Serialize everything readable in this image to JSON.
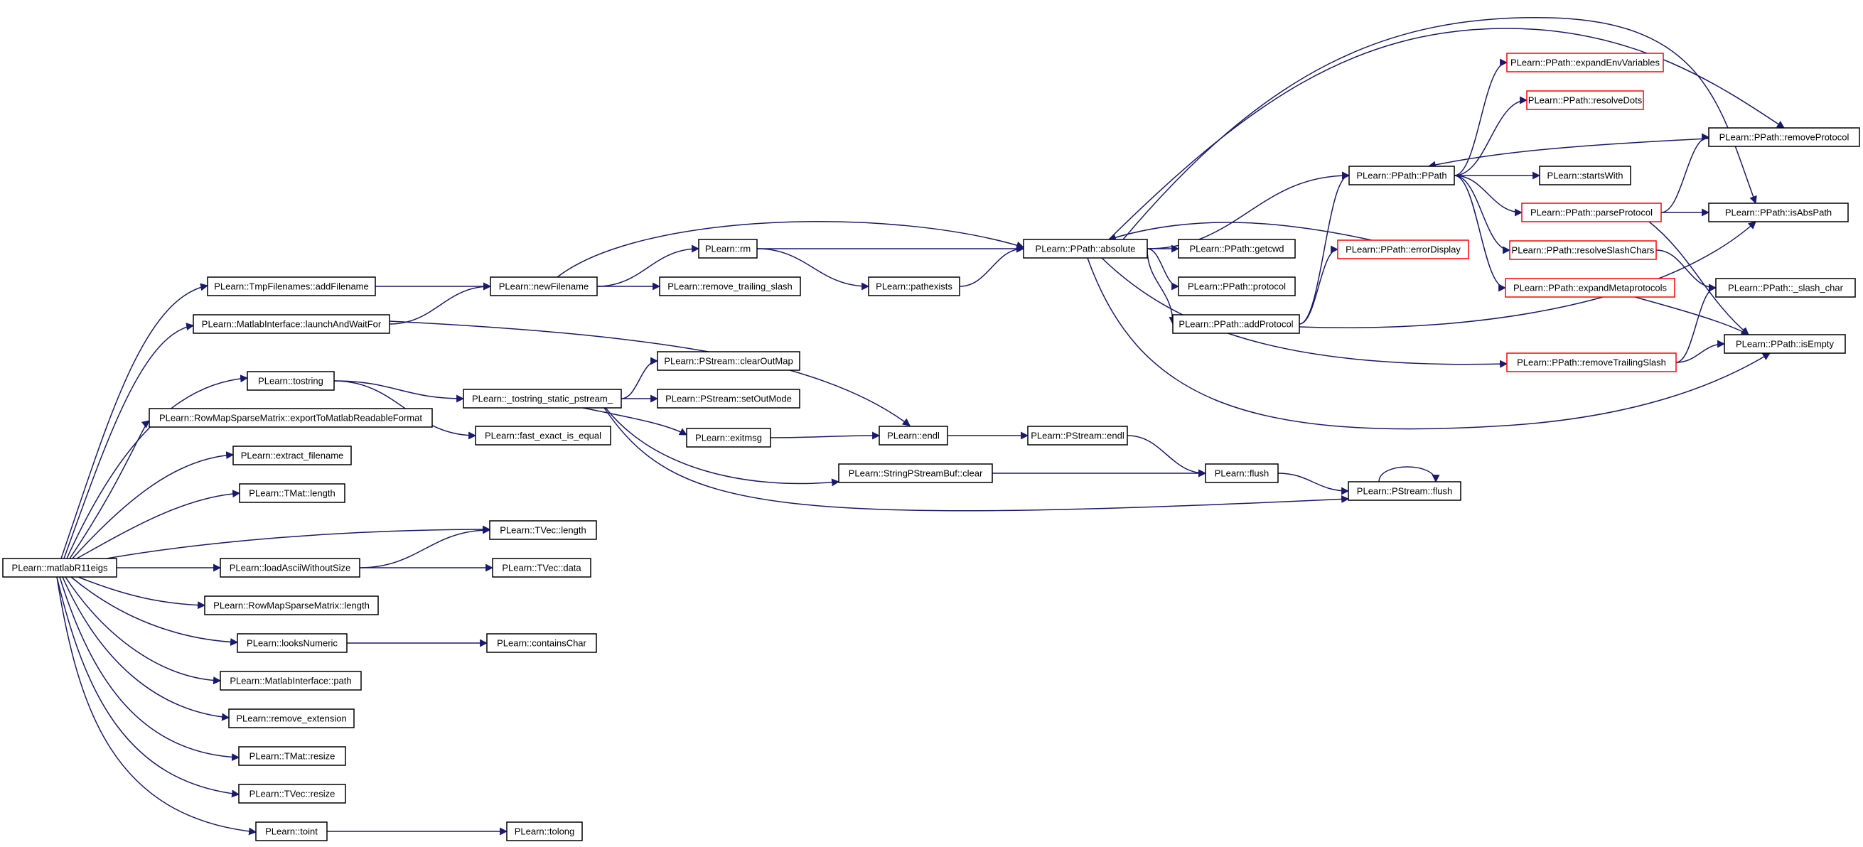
{
  "colors": {
    "edge": "#191970",
    "node_border": "#000000",
    "truncated_border": "#ff0000",
    "root_fill": "#bfbfbf",
    "node_fill": "#ffffff",
    "text": "#000000"
  },
  "nodes": {
    "root": {
      "label": "PLearn::matlabR11eigs",
      "style": "root"
    },
    "addFilename": {
      "label": "PLearn::TmpFilenames::addFilename",
      "style": "normal"
    },
    "launchAndWaitFor": {
      "label": "PLearn::MatlabInterface::launchAndWaitFor",
      "style": "normal"
    },
    "tostring": {
      "label": "PLearn::tostring",
      "style": "normal"
    },
    "exportToMatlab": {
      "label": "PLearn::RowMapSparseMatrix::exportToMatlabReadableFormat",
      "style": "normal"
    },
    "extract_filename": {
      "label": "PLearn::extract_filename",
      "style": "normal"
    },
    "tmat_length": {
      "label": "PLearn::TMat::length",
      "style": "normal"
    },
    "tvec_length": {
      "label": "PLearn::TVec::length",
      "style": "normal"
    },
    "loadAscii": {
      "label": "PLearn::loadAsciiWithoutSize",
      "style": "normal"
    },
    "tvec_data": {
      "label": "PLearn::TVec::data",
      "style": "normal"
    },
    "rowmap_length": {
      "label": "PLearn::RowMapSparseMatrix::length",
      "style": "normal"
    },
    "looksNumeric": {
      "label": "PLearn::looksNumeric",
      "style": "normal"
    },
    "containsChar": {
      "label": "PLearn::containsChar",
      "style": "normal"
    },
    "matlab_path": {
      "label": "PLearn::MatlabInterface::path",
      "style": "normal"
    },
    "remove_extension": {
      "label": "PLearn::remove_extension",
      "style": "normal"
    },
    "tmat_resize": {
      "label": "PLearn::TMat::resize",
      "style": "normal"
    },
    "tvec_resize": {
      "label": "PLearn::TVec::resize",
      "style": "normal"
    },
    "toint": {
      "label": "PLearn::toint",
      "style": "normal"
    },
    "tolong": {
      "label": "PLearn::tolong",
      "style": "normal"
    },
    "newFilename": {
      "label": "PLearn::newFilename",
      "style": "normal"
    },
    "rm": {
      "label": "PLearn::rm",
      "style": "normal"
    },
    "remove_trailing_slash": {
      "label": "PLearn::remove_trailing_slash",
      "style": "normal"
    },
    "pathexists": {
      "label": "PLearn::pathexists",
      "style": "normal"
    },
    "tostring_static": {
      "label": "PLearn::_tostring_static_pstream_",
      "style": "normal"
    },
    "fast_exact": {
      "label": "PLearn::fast_exact_is_equal",
      "style": "normal"
    },
    "clearOutMap": {
      "label": "PLearn::PStream::clearOutMap",
      "style": "normal"
    },
    "setOutMode": {
      "label": "PLearn::PStream::setOutMode",
      "style": "normal"
    },
    "exitmsg": {
      "label": "PLearn::exitmsg",
      "style": "normal"
    },
    "endl": {
      "label": "PLearn::endl",
      "style": "normal"
    },
    "pstream_endl": {
      "label": "PLearn::PStream::endl",
      "style": "normal"
    },
    "sp_clear": {
      "label": "PLearn::StringPStreamBuf::clear",
      "style": "normal"
    },
    "flush": {
      "label": "PLearn::flush",
      "style": "normal"
    },
    "pstream_flush": {
      "label": "PLearn::PStream::flush",
      "style": "normal"
    },
    "absolute": {
      "label": "PLearn::PPath::absolute",
      "style": "normal"
    },
    "getcwd": {
      "label": "PLearn::PPath::getcwd",
      "style": "normal"
    },
    "protocol": {
      "label": "PLearn::PPath::protocol",
      "style": "normal"
    },
    "addProtocol": {
      "label": "PLearn::PPath::addProtocol",
      "style": "normal"
    },
    "ppath": {
      "label": "PLearn::PPath::PPath",
      "style": "normal"
    },
    "errorDisplay": {
      "label": "PLearn::PPath::errorDisplay",
      "style": "truncated"
    },
    "expandEnv": {
      "label": "PLearn::PPath::expandEnvVariables",
      "style": "truncated"
    },
    "resolveDots": {
      "label": "PLearn::PPath::resolveDots",
      "style": "truncated"
    },
    "startsWith": {
      "label": "PLearn::startsWith",
      "style": "normal"
    },
    "parseProtocol": {
      "label": "PLearn::PPath::parseProtocol",
      "style": "truncated"
    },
    "resolveSlash": {
      "label": "PLearn::PPath::resolveSlashChars",
      "style": "truncated"
    },
    "expandMeta": {
      "label": "PLearn::PPath::expandMetaprotocols",
      "style": "truncated"
    },
    "removeTrailing": {
      "label": "PLearn::PPath::removeTrailingSlash",
      "style": "truncated"
    },
    "removeProtocol": {
      "label": "PLearn::PPath::removeProtocol",
      "style": "normal"
    },
    "isAbsPath": {
      "label": "PLearn::PPath::isAbsPath",
      "style": "normal"
    },
    "slash_char": {
      "label": "PLearn::PPath::_slash_char",
      "style": "normal"
    },
    "isEmpty": {
      "label": "PLearn::PPath::isEmpty",
      "style": "normal"
    }
  },
  "edges": [
    [
      "root",
      "addFilename"
    ],
    [
      "root",
      "launchAndWaitFor"
    ],
    [
      "root",
      "tostring"
    ],
    [
      "root",
      "exportToMatlab"
    ],
    [
      "root",
      "extract_filename"
    ],
    [
      "root",
      "tmat_length"
    ],
    [
      "root",
      "tvec_length"
    ],
    [
      "root",
      "loadAscii"
    ],
    [
      "root",
      "rowmap_length"
    ],
    [
      "root",
      "looksNumeric"
    ],
    [
      "root",
      "matlab_path"
    ],
    [
      "root",
      "remove_extension"
    ],
    [
      "root",
      "tmat_resize"
    ],
    [
      "root",
      "tvec_resize"
    ],
    [
      "root",
      "toint"
    ],
    [
      "addFilename",
      "newFilename"
    ],
    [
      "launchAndWaitFor",
      "newFilename"
    ],
    [
      "launchAndWaitFor",
      "endl"
    ],
    [
      "tostring",
      "tostring_static"
    ],
    [
      "tostring",
      "fast_exact"
    ],
    [
      "loadAscii",
      "tvec_length"
    ],
    [
      "loadAscii",
      "tvec_data"
    ],
    [
      "looksNumeric",
      "containsChar"
    ],
    [
      "toint",
      "tolong"
    ],
    [
      "newFilename",
      "absolute"
    ],
    [
      "newFilename",
      "rm"
    ],
    [
      "newFilename",
      "remove_trailing_slash"
    ],
    [
      "rm",
      "absolute"
    ],
    [
      "rm",
      "pathexists"
    ],
    [
      "pathexists",
      "absolute"
    ],
    [
      "tostring_static",
      "clearOutMap"
    ],
    [
      "tostring_static",
      "setOutMode"
    ],
    [
      "tostring_static",
      "exitmsg"
    ],
    [
      "tostring_static",
      "sp_clear"
    ],
    [
      "tostring_static",
      "pstream_flush"
    ],
    [
      "exitmsg",
      "endl"
    ],
    [
      "endl",
      "pstream_endl"
    ],
    [
      "pstream_endl",
      "flush"
    ],
    [
      "sp_clear",
      "flush"
    ],
    [
      "flush",
      "pstream_flush"
    ],
    [
      "pstream_flush",
      "pstream_flush"
    ],
    [
      "absolute",
      "ppath"
    ],
    [
      "absolute",
      "getcwd"
    ],
    [
      "absolute",
      "protocol"
    ],
    [
      "absolute",
      "addProtocol"
    ],
    [
      "absolute",
      "removeProtocol"
    ],
    [
      "absolute",
      "isAbsPath"
    ],
    [
      "absolute",
      "removeTrailing"
    ],
    [
      "absolute",
      "isEmpty"
    ],
    [
      "errorDisplay",
      "absolute"
    ],
    [
      "addProtocol",
      "ppath"
    ],
    [
      "addProtocol",
      "errorDisplay"
    ],
    [
      "addProtocol",
      "isAbsPath"
    ],
    [
      "ppath",
      "expandEnv"
    ],
    [
      "ppath",
      "resolveDots"
    ],
    [
      "ppath",
      "startsWith"
    ],
    [
      "ppath",
      "parseProtocol"
    ],
    [
      "ppath",
      "resolveSlash"
    ],
    [
      "ppath",
      "expandMeta"
    ],
    [
      "removeProtocol",
      "ppath"
    ],
    [
      "parseProtocol",
      "removeProtocol"
    ],
    [
      "parseProtocol",
      "isAbsPath"
    ],
    [
      "parseProtocol",
      "isEmpty"
    ],
    [
      "resolveSlash",
      "slash_char"
    ],
    [
      "expandMeta",
      "isEmpty"
    ],
    [
      "removeTrailing",
      "slash_char"
    ],
    [
      "removeTrailing",
      "isEmpty"
    ]
  ]
}
